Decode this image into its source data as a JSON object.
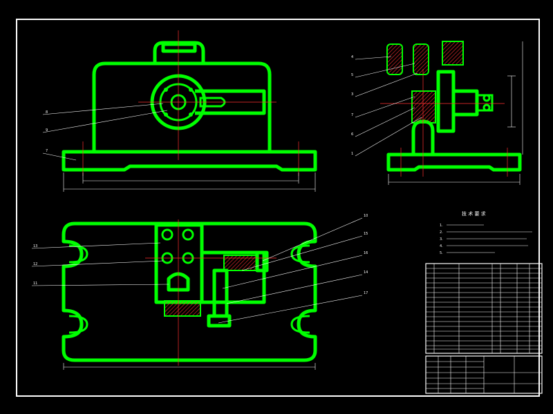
{
  "drawing": {
    "tech_requirements_title": "技 术 要 求",
    "tech_requirements": [
      "1. ",
      "2. ",
      "3. ",
      "4. ",
      "5. "
    ],
    "front_view_callouts": [
      "8",
      "9",
      "7"
    ],
    "side_view_callouts": [
      "4",
      "5",
      "3",
      "7",
      "6",
      "1"
    ],
    "plan_view_callouts_left": [
      "13",
      "12",
      "11"
    ],
    "plan_view_callouts_right": [
      "10",
      "15",
      "16",
      "14",
      "17"
    ]
  },
  "colors": {
    "background": "#000000",
    "outline": "#00ff00",
    "dimension": "#ffffff",
    "centerline": "#ff3030"
  }
}
